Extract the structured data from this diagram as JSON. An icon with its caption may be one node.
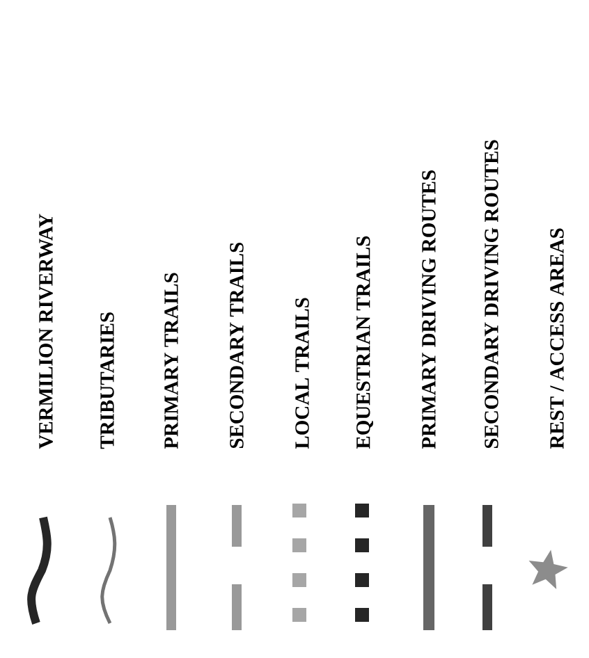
{
  "diagram": {
    "legend": [
      {
        "text": "VERMILION RIVERWAY"
      },
      {
        "text": "TRIBUTARIES"
      },
      {
        "text": "PRIMARY TRAILS"
      },
      {
        "text": "SECONDARY TRAILS"
      },
      {
        "text": "LOCAL TRAILS"
      },
      {
        "text": "EQUESTRIAN TRAILS"
      },
      {
        "text": "PRIMARY DRIVING ROUTES"
      },
      {
        "text": "SECONDARY DRIVING ROUTES"
      },
      {
        "text": "REST / ACCESS AREAS"
      }
    ]
  }
}
